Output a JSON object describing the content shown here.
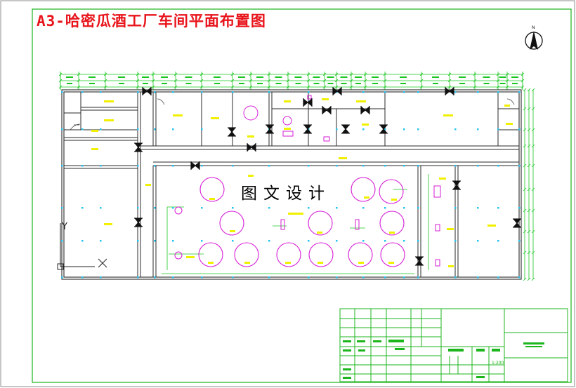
{
  "drawing": {
    "title": "A3-哈密瓜酒工厂车间平面布置图",
    "watermark": "图文设计",
    "north_label": "N",
    "axis_y": "Y",
    "axis_x": "X",
    "scale": "1:200"
  },
  "colors": {
    "title": "#e8141b",
    "frame": "#1cb51c",
    "wall": "#2a2a2a",
    "dimension": "#19c61f",
    "tank": "#d61ed6",
    "label": "#f0f000",
    "grid_mark": "#27c4ef",
    "door": "#111111"
  }
}
